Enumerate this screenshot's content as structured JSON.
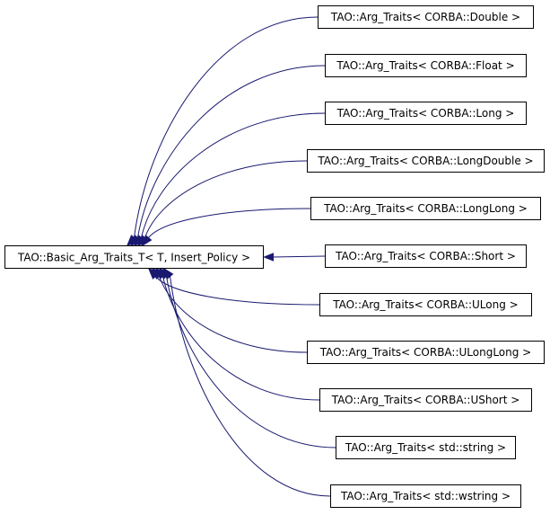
{
  "diagram": {
    "base_class": {
      "label": "TAO::Basic_Arg_Traits_T< T, Insert_Policy >"
    },
    "derived_classes": [
      {
        "label": "TAO::Arg_Traits< CORBA::Double >"
      },
      {
        "label": "TAO::Arg_Traits< CORBA::Float >"
      },
      {
        "label": "TAO::Arg_Traits< CORBA::Long >"
      },
      {
        "label": "TAO::Arg_Traits< CORBA::LongDouble >"
      },
      {
        "label": "TAO::Arg_Traits< CORBA::LongLong >"
      },
      {
        "label": "TAO::Arg_Traits< CORBA::Short >"
      },
      {
        "label": "TAO::Arg_Traits< CORBA::ULong >"
      },
      {
        "label": "TAO::Arg_Traits< CORBA::ULongLong >"
      },
      {
        "label": "TAO::Arg_Traits< CORBA::UShort >"
      },
      {
        "label": "TAO::Arg_Traits< std::string >"
      },
      {
        "label": "TAO::Arg_Traits< std::wstring >"
      }
    ],
    "colors": {
      "edge": "#191970",
      "box_border": "#000000",
      "box_fill": "#ffffff"
    }
  }
}
